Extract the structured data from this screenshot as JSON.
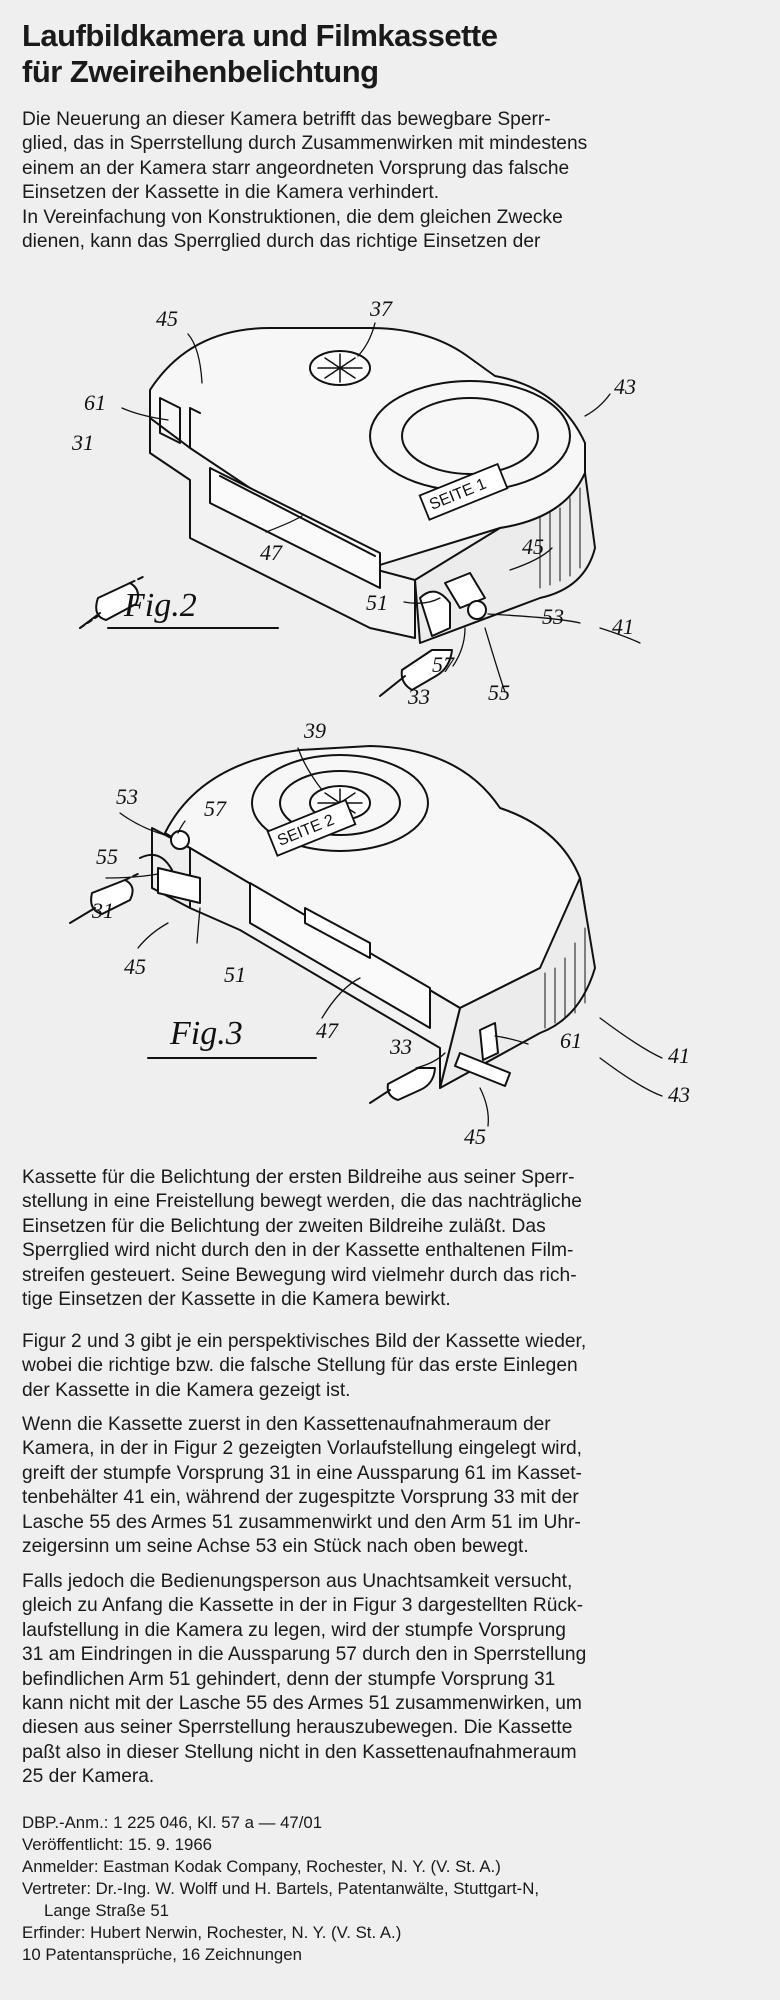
{
  "title": {
    "line1": "Laufbildkamera und Filmkassette",
    "line2": "für Zweireihenbelichtung"
  },
  "intro": {
    "lines": [
      "Die Neuerung an dieser Kamera betrifft das bewegbare Sperr-",
      "glied, das in Sperrstellung durch Zusammenwirken mit mindestens",
      "einem an der Kamera starr angeordneten Vorsprung das falsche",
      "Einsetzen der Kassette in die Kamera verhindert.",
      "In Vereinfachung von Konstruktionen, die dem gleichen Zwecke",
      "dienen, kann das Sperrglied durch das richtige Einsetzen der"
    ]
  },
  "figure2": {
    "label": "Fig.2",
    "refs": {
      "r45a": "45",
      "r37": "37",
      "r61": "61",
      "r31": "31",
      "r43": "43",
      "r47": "47",
      "r45b": "45",
      "r51": "51",
      "r53": "53",
      "r41": "41",
      "r57": "57",
      "r33": "33",
      "r55": "55"
    },
    "tag": "SEITE 1"
  },
  "figure3": {
    "label": "Fig.3",
    "refs": {
      "r39": "39",
      "r53": "53",
      "r57": "57",
      "r55": "55",
      "r31": "31",
      "r45a": "45",
      "r51": "51",
      "r47": "47",
      "r33": "33",
      "r61": "61",
      "r41": "41",
      "r43": "43",
      "r45b": "45"
    },
    "tag": "SEITE 2"
  },
  "body": {
    "p1": [
      "Kassette für die Belichtung der ersten Bildreihe aus seiner Sperr-",
      "stellung in eine Freistellung bewegt werden, die das nachträgliche",
      "Einsetzen für die Belichtung der zweiten Bildreihe zuläßt. Das",
      "Sperrglied wird nicht durch den in der Kassette enthaltenen Film-",
      "streifen gesteuert. Seine Bewegung wird vielmehr durch das rich-",
      "tige Einsetzen der Kassette in die Kamera bewirkt."
    ],
    "p2": [
      "Figur 2 und 3 gibt je ein perspektivisches Bild der Kassette wieder,",
      "wobei die richtige bzw. die falsche Stellung für das erste Einlegen",
      "der Kassette in die Kamera gezeigt ist."
    ],
    "p3": [
      "Wenn die Kassette zuerst in den Kassettenaufnahmeraum der",
      "Kamera, in der in Figur 2 gezeigten Vorlaufstellung eingelegt wird,",
      "greift der stumpfe Vorsprung 31 in eine Aussparung 61 im Kasset-",
      "tenbehälter 41 ein, während der zugespitzte Vorsprung 33 mit der",
      "Lasche 55 des Armes 51 zusammenwirkt und den Arm 51 im Uhr-",
      "zeigersinn um seine Achse 53 ein Stück nach oben bewegt."
    ],
    "p4": [
      "Falls jedoch die Bedienungsperson aus Unachtsamkeit versucht,",
      "gleich zu Anfang die Kassette in der in Figur 3 dargestellten Rück-",
      "laufstellung in die Kamera zu legen, wird der stumpfe Vorsprung",
      "31 am Eindringen in die Aussparung 57 durch den in Sperrstellung",
      "befindlichen Arm 51 gehindert, denn der stumpfe Vorsprung 31",
      "kann nicht mit der Lasche 55 des Armes 51 zusammenwirken, um",
      "diesen aus seiner Sperrstellung herauszubewegen. Die Kassette",
      "paßt also in dieser Stellung nicht in den Kassettenaufnahmeraum",
      "25 der Kamera."
    ]
  },
  "meta": {
    "dbp": "DBP.-Anm.: 1 225 046, Kl. 57 a — 47/01",
    "published": "Veröffentlicht: 15. 9. 1966",
    "applicant": "Anmelder: Eastman Kodak Company, Rochester, N. Y. (V. St. A.)",
    "representative1": "Vertreter: Dr.-Ing. W. Wolff und H. Bartels, Patentanwälte, Stuttgart-N,",
    "representative2": "Lange Straße 51",
    "inventor": "Erfinder: Hubert Nerwin, Rochester, N. Y. (V. St. A.)",
    "claims": "10 Patentansprüche, 16 Zeichnungen"
  }
}
